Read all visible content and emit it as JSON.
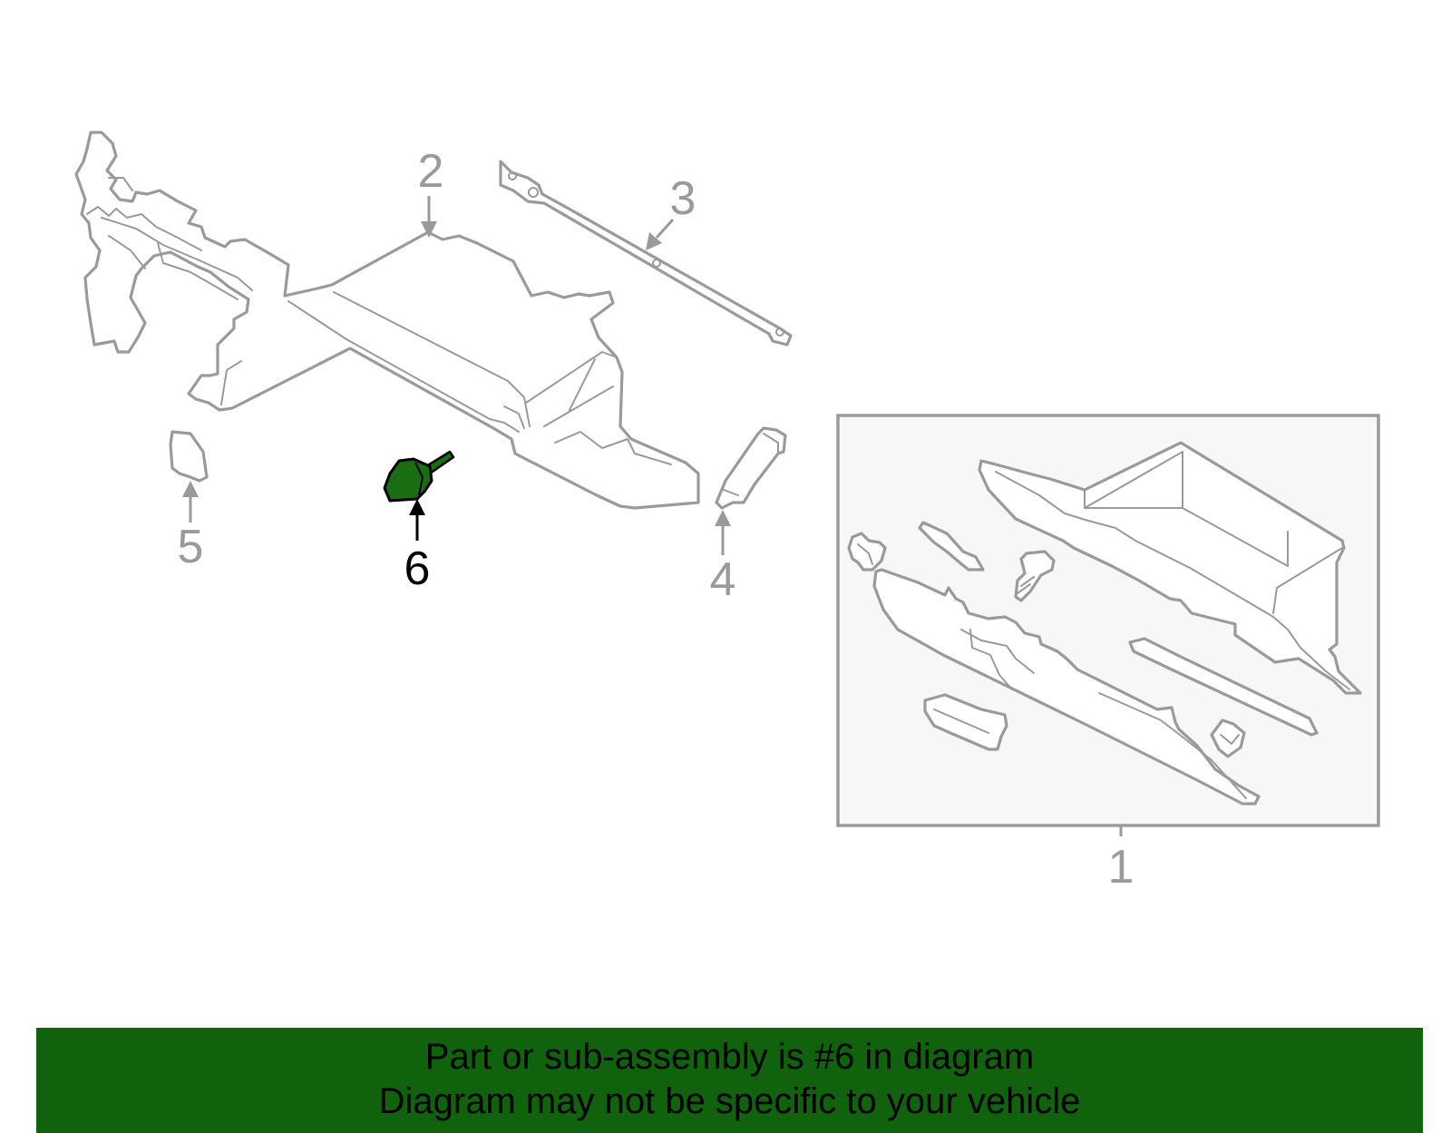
{
  "callouts": {
    "c1": "1",
    "c2": "2",
    "c3": "3",
    "c4": "4",
    "c5": "5",
    "c6": "6"
  },
  "highlighted_part": "6",
  "banner": {
    "line1": "Part or sub-assembly is #6 in diagram",
    "line2": "Diagram may not be specific to your vehicle"
  },
  "colors": {
    "highlight_part": "#1a6e12",
    "banner_bg": "#11620c",
    "line_art": "#9a9a9a"
  }
}
